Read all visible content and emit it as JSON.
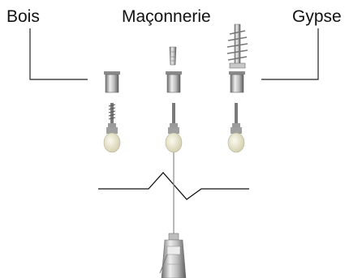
{
  "labels": {
    "wood": "Bois",
    "masonry": "Maçonnerie",
    "drywall": "Gypse"
  },
  "colors": {
    "text": "#111111",
    "line": "#222222",
    "metal_light": "#d8d8d8",
    "metal_dark": "#6e6e6e",
    "bulb": "#e9e6c9"
  },
  "icons": [
    "wall-plug-icon",
    "spiral-drywall-anchor-icon",
    "metal-sleeve-icon",
    "screw-icon",
    "light-bulb-icon",
    "ceiling-fixture-icon"
  ]
}
